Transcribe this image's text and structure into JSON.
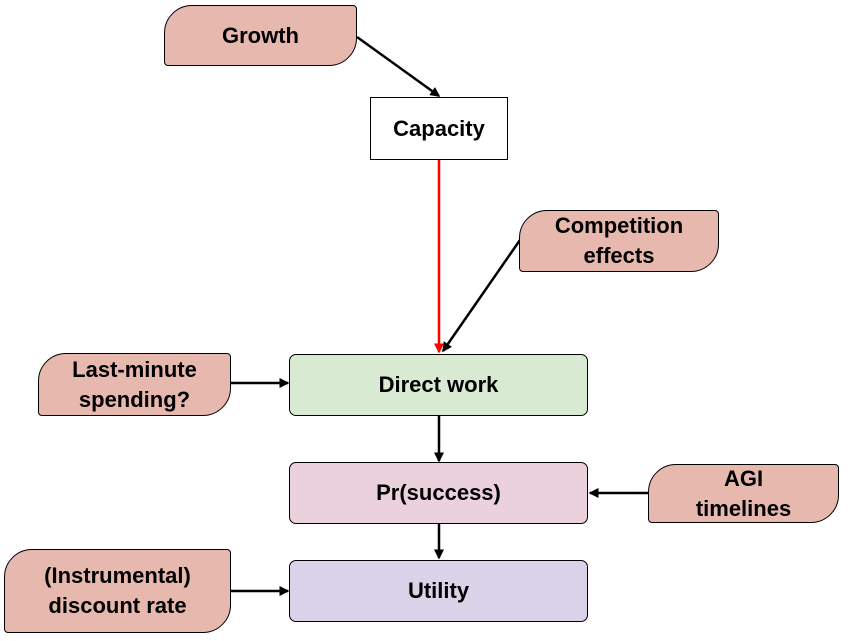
{
  "nodes": {
    "growth": "Growth",
    "capacity": "Capacity",
    "competition": "Competition\neffects",
    "last_minute": "Last-minute\nspending?",
    "direct_work": "Direct work",
    "pr_success": "Pr(success)",
    "agi_timelines": "AGI\ntimelines",
    "discount_rate": "(Instrumental)\ndiscount rate",
    "utility": "Utility"
  },
  "colors": {
    "factor_fill": "#e6b8ae",
    "direct_work_fill": "#d9ead3",
    "pr_success_fill": "#ead1dc",
    "utility_fill": "#d9d2e9",
    "capacity_fill": "#ffffff",
    "highlight_edge": "#ff0000",
    "edge": "#000000"
  },
  "edges": [
    {
      "from": "growth",
      "to": "capacity",
      "color": "#000000"
    },
    {
      "from": "capacity",
      "to": "direct_work",
      "color": "#ff0000"
    },
    {
      "from": "competition",
      "to": "direct_work",
      "color": "#000000"
    },
    {
      "from": "last_minute",
      "to": "direct_work",
      "color": "#000000"
    },
    {
      "from": "direct_work",
      "to": "pr_success",
      "color": "#000000"
    },
    {
      "from": "agi_timelines",
      "to": "pr_success",
      "color": "#000000"
    },
    {
      "from": "pr_success",
      "to": "utility",
      "color": "#000000"
    },
    {
      "from": "discount_rate",
      "to": "utility",
      "color": "#000000"
    }
  ]
}
